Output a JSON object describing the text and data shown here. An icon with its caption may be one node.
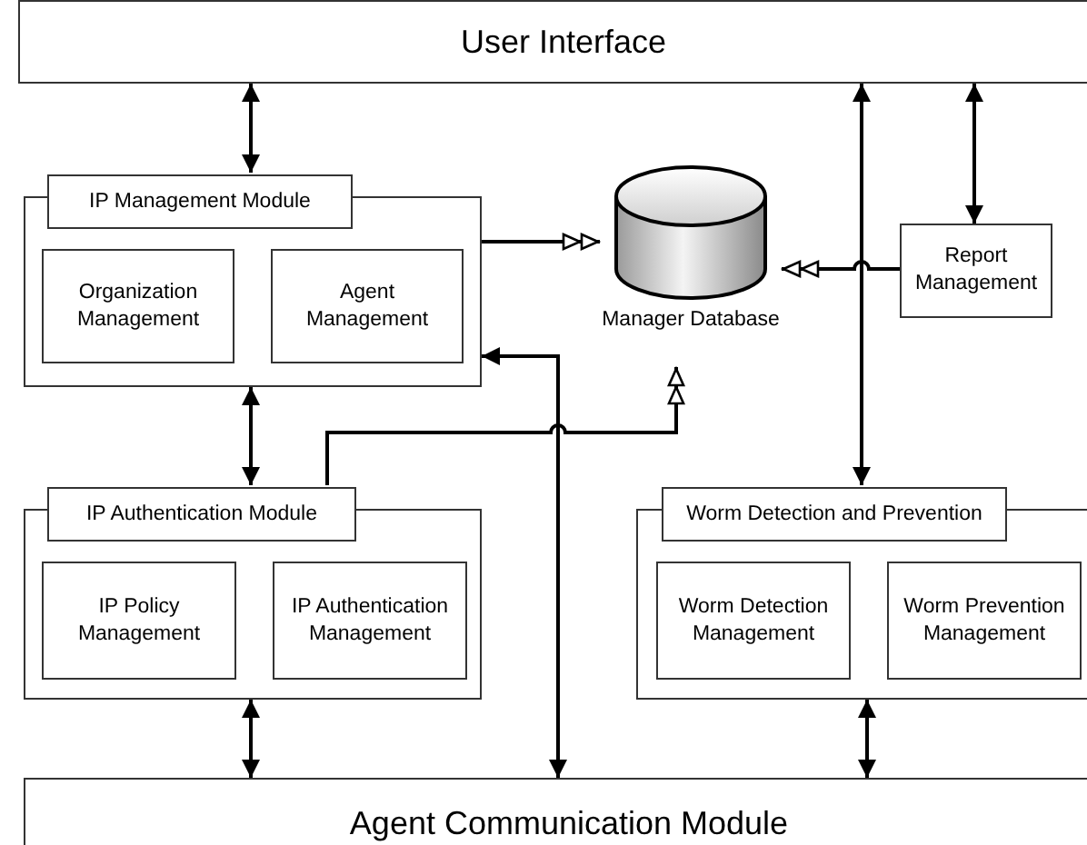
{
  "diagram": {
    "nodes": [
      {
        "text": [
          "User Interface"
        ]
      },
      {
        "text": [
          "IP Management Module"
        ]
      },
      {
        "text": [
          "Organization Management"
        ],
        "in": 1
      },
      {
        "text": [
          "Agent Management"
        ],
        "in": 1
      },
      {
        "text": [
          "Manager Database"
        ]
      },
      {
        "text": [
          "Report Management"
        ]
      },
      {
        "text": [
          "IP Authentication Module"
        ]
      },
      {
        "text": [
          "IP Policy Management"
        ],
        "in": 6
      },
      {
        "text": [
          "IP Authentication Management"
        ],
        "in": 6
      },
      {
        "text": [
          "Worm Detection and Prevention"
        ]
      },
      {
        "text": [
          "Worm Detection Management"
        ],
        "in": 9
      },
      {
        "text": [
          "Worm Prevention Management"
        ],
        "in": 9
      },
      {
        "text": [
          "Agent Communication Module"
        ]
      }
    ],
    "edges": [
      {
        "from": 0,
        "to": 1,
        "arrow": "both"
      },
      {
        "from": 0,
        "to": 9,
        "arrow": "both"
      },
      {
        "from": 0,
        "to": 5,
        "arrow": "both"
      },
      {
        "from": 1,
        "to": 6,
        "arrow": "both"
      },
      {
        "from": 1,
        "to": 4,
        "arrow": "to"
      },
      {
        "from": 5,
        "to": 4,
        "arrow": "to"
      },
      {
        "from": 6,
        "to": 4,
        "arrow": "to"
      },
      {
        "from": 12,
        "to": 1,
        "arrow": "both"
      },
      {
        "from": 6,
        "to": 12,
        "arrow": "both"
      },
      {
        "from": 9,
        "to": 12,
        "arrow": "both"
      }
    ]
  }
}
